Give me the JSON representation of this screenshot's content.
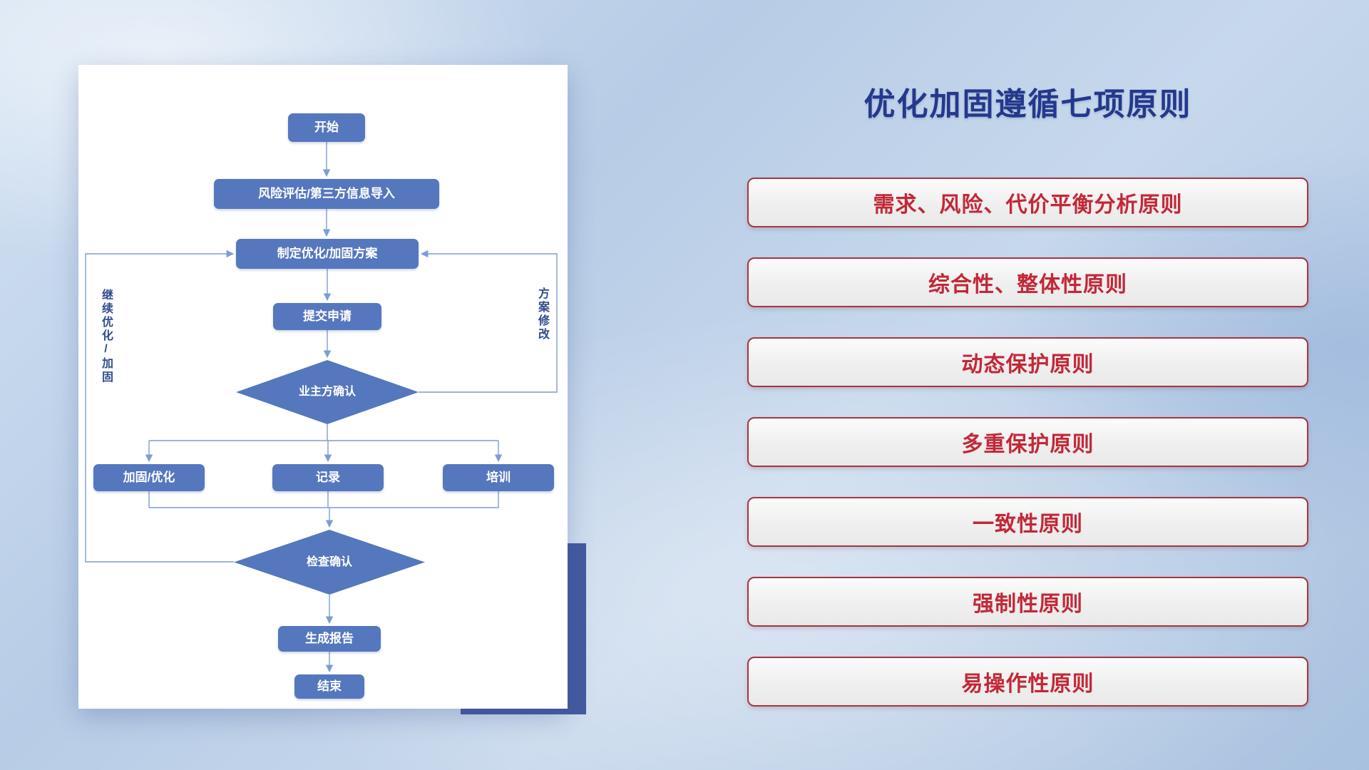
{
  "flowchart": {
    "nodes": {
      "start": "开始",
      "risk_import": "风险评估/第三方信息导入",
      "make_plan": "制定优化/加固方案",
      "submit": "提交申请",
      "owner_confirm": "业主方确认",
      "reinforce": "加固/优化",
      "record": "记录",
      "training": "培训",
      "check_confirm": "检查确认",
      "report": "生成报告",
      "end": "结束"
    },
    "loop_labels": {
      "left": "继续优化/加固",
      "right": "方案修改"
    },
    "colors": {
      "node_fill": "#5577BD",
      "connector": "#7E9CD6",
      "label_text": "#2F4B8F"
    }
  },
  "panel": {
    "title": "优化加固遵循七项原则",
    "title_color": "#24388C",
    "principle_text_color": "#C22836",
    "principles": [
      {
        "label": "需求、风险、代价平衡分析原则"
      },
      {
        "label": "综合性、整体性原则"
      },
      {
        "label": "动态保护原则"
      },
      {
        "label": "多重保护原则"
      },
      {
        "label": "一致性原则"
      },
      {
        "label": "强制性原则"
      },
      {
        "label": "易操作性原则"
      }
    ]
  }
}
